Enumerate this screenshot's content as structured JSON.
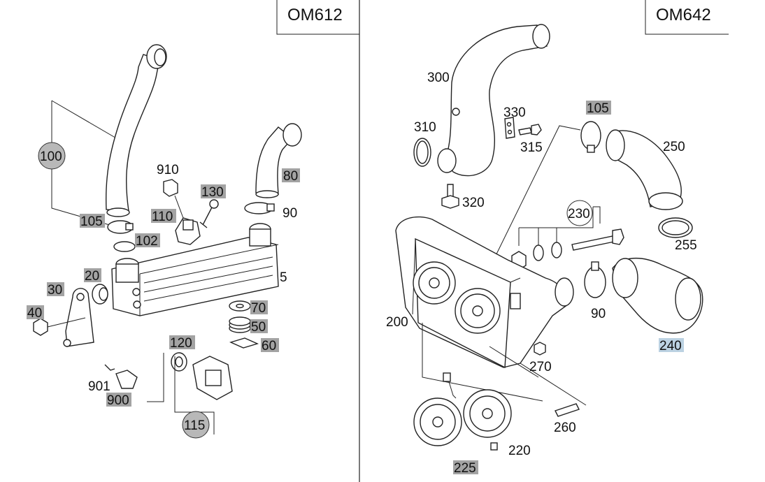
{
  "panels": {
    "left_title": "OM612",
    "right_title": "OM642"
  },
  "left_labels": {
    "p100": "100",
    "p910": "910",
    "p130": "130",
    "p80": "80",
    "p110": "110",
    "p105": "105",
    "p90": "90",
    "p102": "102",
    "p20": "20",
    "p30": "30",
    "p5": "5",
    "p40": "40",
    "p70": "70",
    "p50": "50",
    "p60": "60",
    "p120": "120",
    "p901": "901",
    "p900": "900",
    "p115": "115"
  },
  "right_labels": {
    "p300": "300",
    "p330": "330",
    "p310": "310",
    "p315": "315",
    "p105": "105",
    "p250": "250",
    "p320": "320",
    "p230": "230",
    "p255": "255",
    "p200": "200",
    "p90": "90",
    "p240": "240",
    "p270": "270",
    "p260": "260",
    "p220": "220",
    "p225": "225"
  },
  "colors": {
    "highlight_gray": "#a3a3a3",
    "highlight_blue": "#bcd2e2",
    "line": "#222222"
  }
}
